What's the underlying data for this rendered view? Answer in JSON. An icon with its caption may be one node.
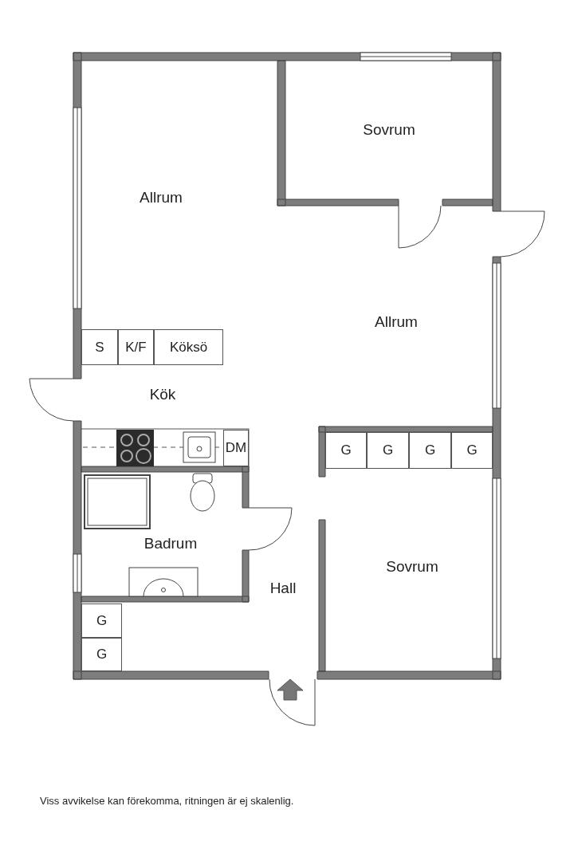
{
  "diagram": {
    "caption": "Viss avvikelse kan förekomma, ritningen är ej skalenlig.",
    "nodes": [
      {
        "text": [
          "S"
        ]
      },
      {
        "text": [
          "K/F"
        ]
      },
      {
        "text": [
          "Köksö"
        ]
      },
      {
        "text": [
          "DM"
        ]
      },
      {
        "text": [
          "G"
        ]
      },
      {
        "text": [
          "G"
        ]
      },
      {
        "text": [
          "G"
        ]
      },
      {
        "text": [
          "G"
        ]
      },
      {
        "text": [
          "G"
        ]
      },
      {
        "text": [
          "G"
        ]
      }
    ],
    "labels": [
      "Sovrum",
      "Allrum",
      "Allrum",
      "Kök",
      "Badrum",
      "Sovrum",
      "Hall"
    ]
  }
}
